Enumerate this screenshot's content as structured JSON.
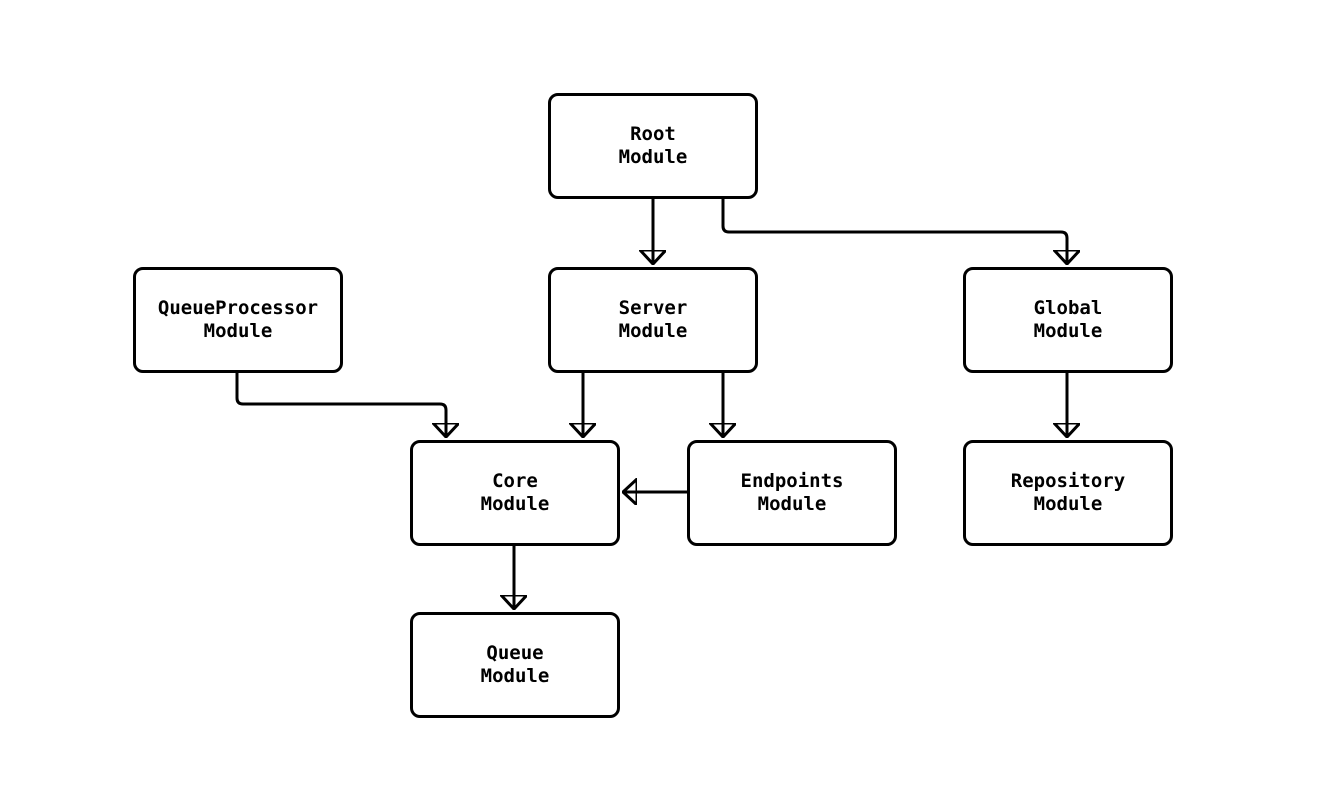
{
  "diagram": {
    "type": "module-dependency-flowchart",
    "colors": {
      "background": "#ffffff",
      "node_fill": "#ffffff",
      "node_border": "#000000",
      "edge_stroke": "#000000",
      "text": "#000000"
    },
    "nodes": [
      {
        "id": "root",
        "line1": "Root",
        "line2": "Module"
      },
      {
        "id": "queueprocessor",
        "line1": "QueueProcessor",
        "line2": "Module"
      },
      {
        "id": "server",
        "line1": "Server",
        "line2": "Module"
      },
      {
        "id": "global",
        "line1": "Global",
        "line2": "Module"
      },
      {
        "id": "core",
        "line1": "Core",
        "line2": "Module"
      },
      {
        "id": "endpoints",
        "line1": "Endpoints",
        "line2": "Module"
      },
      {
        "id": "repository",
        "line1": "Repository",
        "line2": "Module"
      },
      {
        "id": "queue",
        "line1": "Queue",
        "line2": "Module"
      }
    ],
    "edges": [
      {
        "from": "Root Module",
        "to": "Server Module"
      },
      {
        "from": "Root Module",
        "to": "Global Module"
      },
      {
        "from": "QueueProcessor Module",
        "to": "Core Module"
      },
      {
        "from": "Server Module",
        "to": "Core Module"
      },
      {
        "from": "Server Module",
        "to": "Endpoints Module"
      },
      {
        "from": "Endpoints Module",
        "to": "Core Module"
      },
      {
        "from": "Global Module",
        "to": "Repository Module"
      },
      {
        "from": "Core Module",
        "to": "Queue Module"
      }
    ]
  }
}
